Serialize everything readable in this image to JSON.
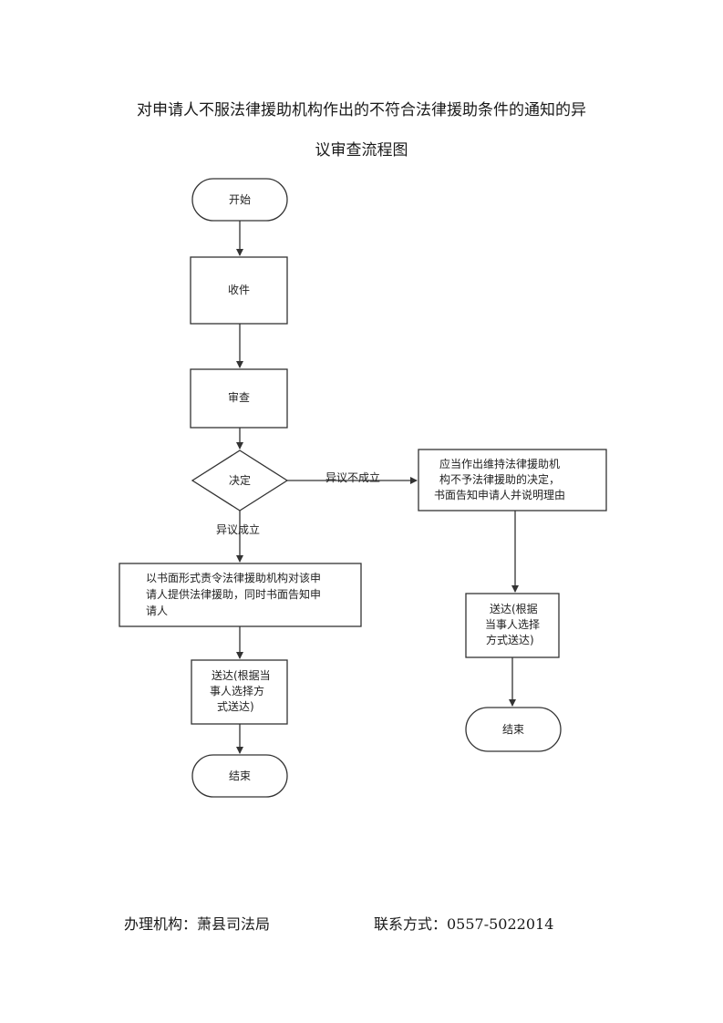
{
  "title": {
    "line1": "对申请人不服法律援助机构作出的不符合法律援助条件的通知的异",
    "line2": "议审查流程图"
  },
  "flowchart": {
    "start": "开始",
    "receive": "收件",
    "review": "审查",
    "decision": "决定",
    "edge_not_established": "异议不成立",
    "edge_established": "异议成立",
    "order_box": [
      "以书面形式责令法律援助机构对该申",
      "请人提供法律援助，同时书面告知申",
      "请人"
    ],
    "deliver_left": [
      "送达(根据当",
      "事人选择方",
      "式送达)"
    ],
    "end_left": "结束",
    "maintain_box": [
      "应当作出维持法律援助机",
      "构不予法律援助的决定，",
      "书面告知申请人并说明理由"
    ],
    "deliver_right": [
      "送达(根据",
      "当事人选择",
      "方式送达)"
    ],
    "end_right": "结束"
  },
  "footer": {
    "org": "办理机构：萧县司法局",
    "contact": "联系方式：0557-5022014"
  }
}
